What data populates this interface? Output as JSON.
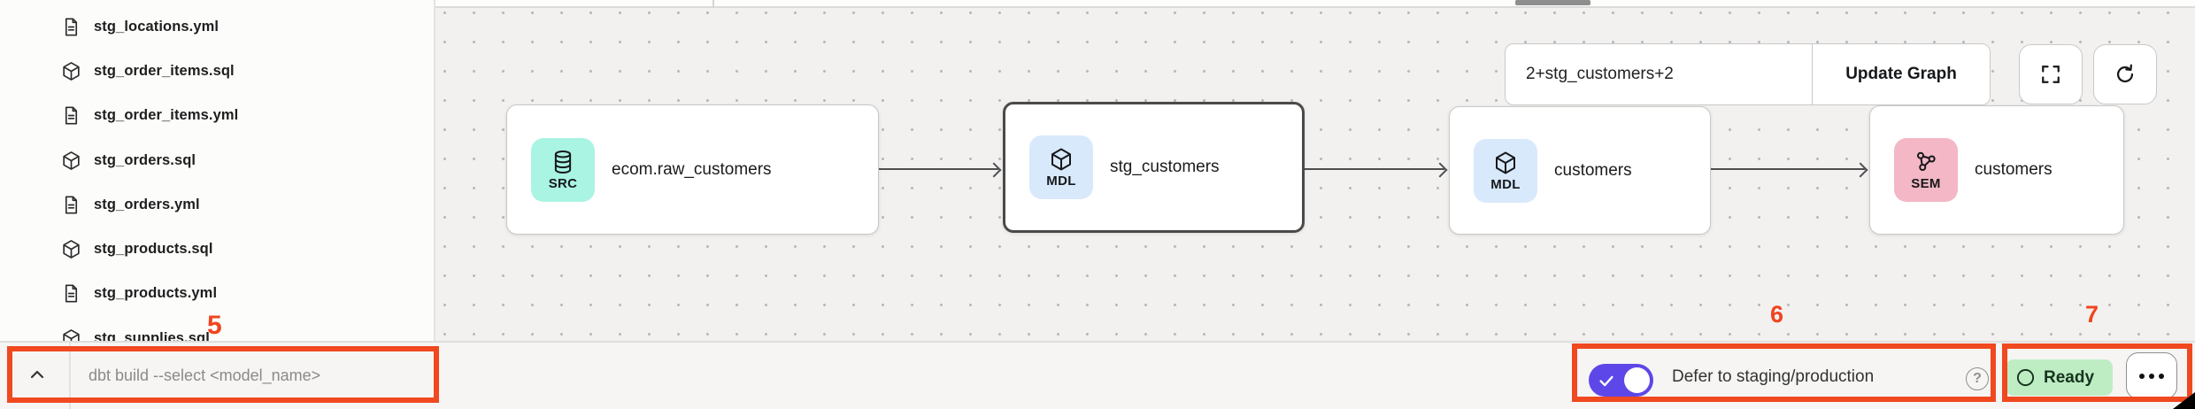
{
  "sidebar": {
    "files": [
      {
        "name": "stg_locations.yml",
        "icon": "file-doc-icon"
      },
      {
        "name": "stg_order_items.sql",
        "icon": "model-cube-icon"
      },
      {
        "name": "stg_order_items.yml",
        "icon": "file-doc-icon"
      },
      {
        "name": "stg_orders.sql",
        "icon": "model-cube-icon"
      },
      {
        "name": "stg_orders.yml",
        "icon": "file-doc-icon"
      },
      {
        "name": "stg_products.sql",
        "icon": "model-cube-icon"
      },
      {
        "name": "stg_products.yml",
        "icon": "file-doc-icon"
      },
      {
        "name": "stg_supplies.sql",
        "icon": "model-cube-icon"
      }
    ]
  },
  "lineage": {
    "selector_value": "2+stg_customers+2",
    "update_button": "Update Graph",
    "nodes": [
      {
        "type": "SRC",
        "label": "ecom.raw_customers",
        "icon": "database-icon",
        "badge_color": "#A9F4E3",
        "selected": false
      },
      {
        "type": "MDL",
        "label": "stg_customers",
        "icon": "cube-icon",
        "badge_color": "#D9E9FC",
        "selected": true
      },
      {
        "type": "MDL",
        "label": "customers",
        "icon": "cube-icon",
        "badge_color": "#D9E9FC",
        "selected": false
      },
      {
        "type": "SEM",
        "label": "customers",
        "icon": "semantic-layer-icon",
        "badge_color": "#F4B7C5",
        "selected": false
      }
    ]
  },
  "command_bar": {
    "placeholder": "dbt build --select <model_name>"
  },
  "status_bar": {
    "defer_label": "Defer to staging/production",
    "defer_enabled": true,
    "toggle_color": "#5D47E9",
    "help_glyph": "?",
    "ready_label": "Ready",
    "ready_bg": "#BEEDC4"
  },
  "annotations": {
    "color": "#F0481F",
    "command_bar_num": "5",
    "defer_num": "6",
    "status_num": "7"
  }
}
